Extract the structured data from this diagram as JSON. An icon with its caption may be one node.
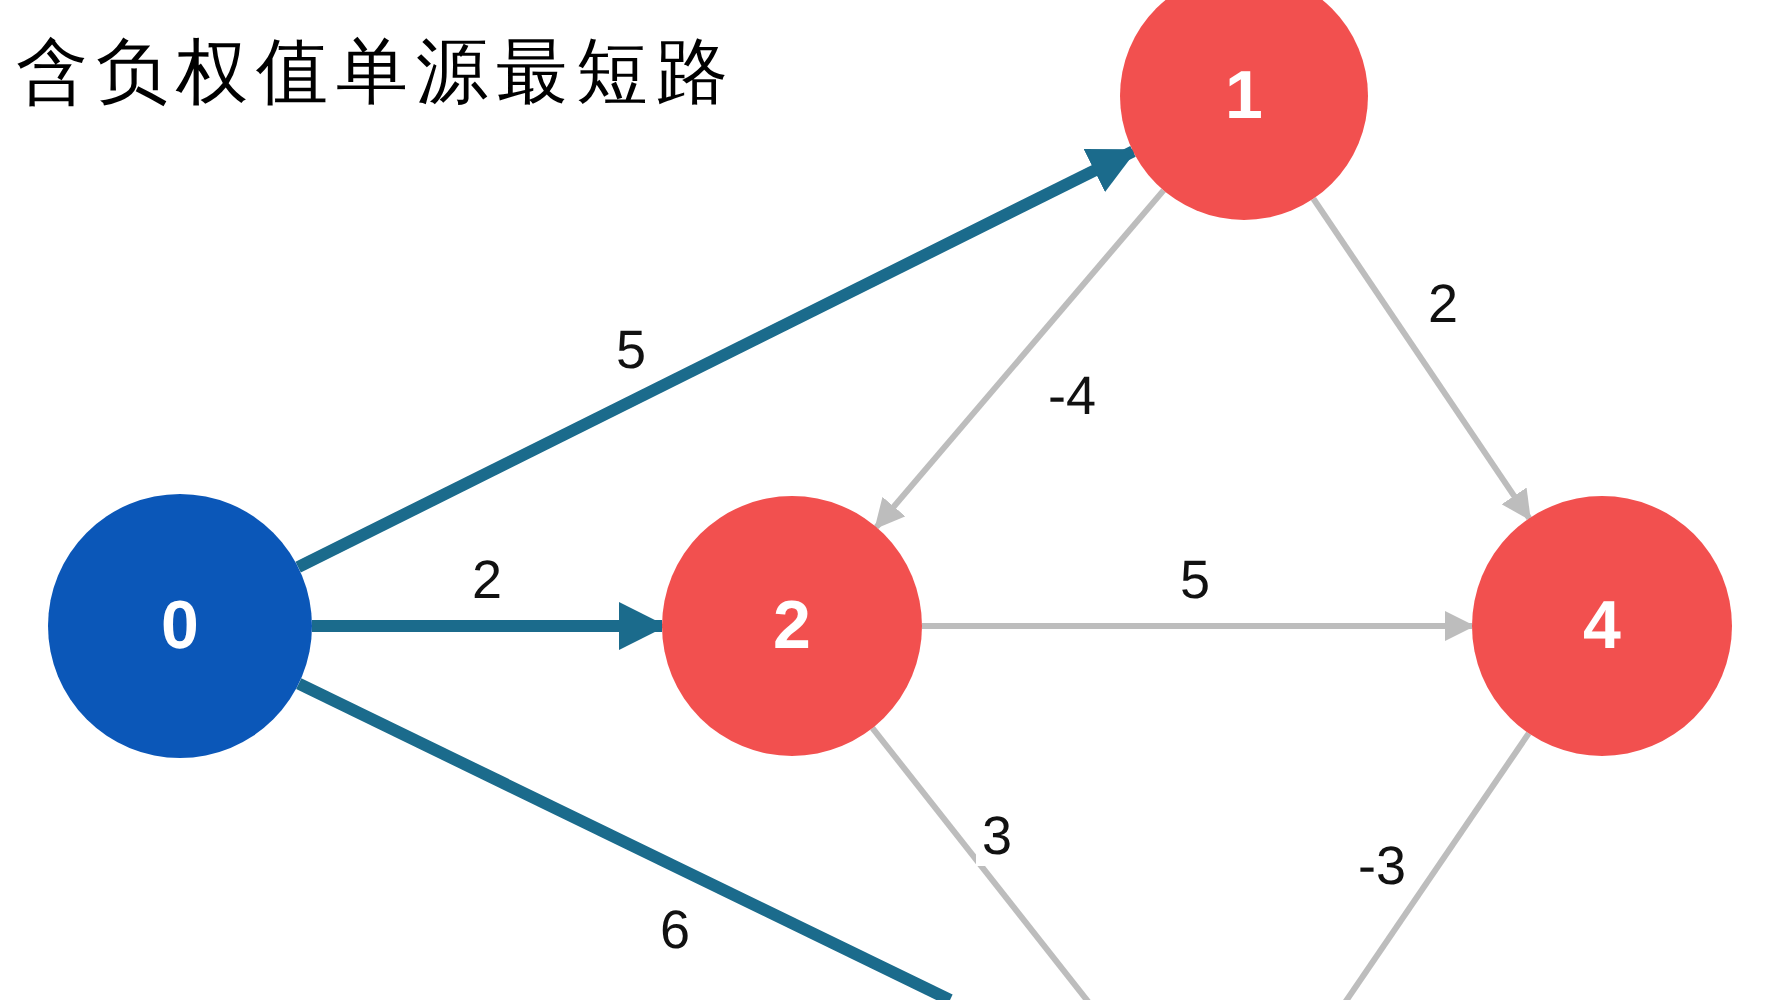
{
  "diagram": {
    "title": "含负权值单源最短路",
    "nodes": [
      {
        "text": [
          "1"
        ]
      },
      {
        "text": [
          "0"
        ]
      },
      {
        "text": [
          "2"
        ]
      },
      {
        "text": [
          "4"
        ]
      }
    ],
    "edges": [
      {
        "from": 1,
        "to": 0,
        "arrow": "to",
        "label": "5",
        "style": "thick",
        "color": "#1b6b8c"
      },
      {
        "from": 1,
        "to": 2,
        "arrow": "to",
        "label": "2",
        "style": "thick",
        "color": "#1b6b8c"
      },
      {
        "from": 1,
        "to": null,
        "arrow": "none",
        "label": "6",
        "style": "thick",
        "color": "#1b6b8c"
      },
      {
        "from": 0,
        "to": 2,
        "arrow": "to",
        "label": "-4"
      },
      {
        "from": 0,
        "to": 3,
        "arrow": "to",
        "label": "2"
      },
      {
        "from": 2,
        "to": 3,
        "arrow": "to",
        "label": "5"
      },
      {
        "from": 2,
        "to": null,
        "arrow": "none",
        "label": "3"
      },
      {
        "from": 3,
        "to": null,
        "arrow": "none",
        "label": "-3"
      }
    ]
  }
}
